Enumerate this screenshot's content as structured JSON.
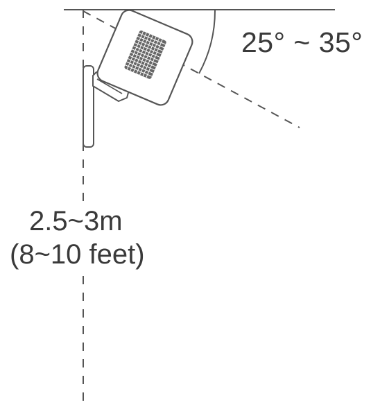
{
  "figure": {
    "angle_range_label": "25° ~ 35°",
    "height_metric_label": "2.5~3m",
    "height_imperial_label": "(8~10 feet)",
    "line_color": "#555555",
    "camera_fill": "#ffffff"
  }
}
